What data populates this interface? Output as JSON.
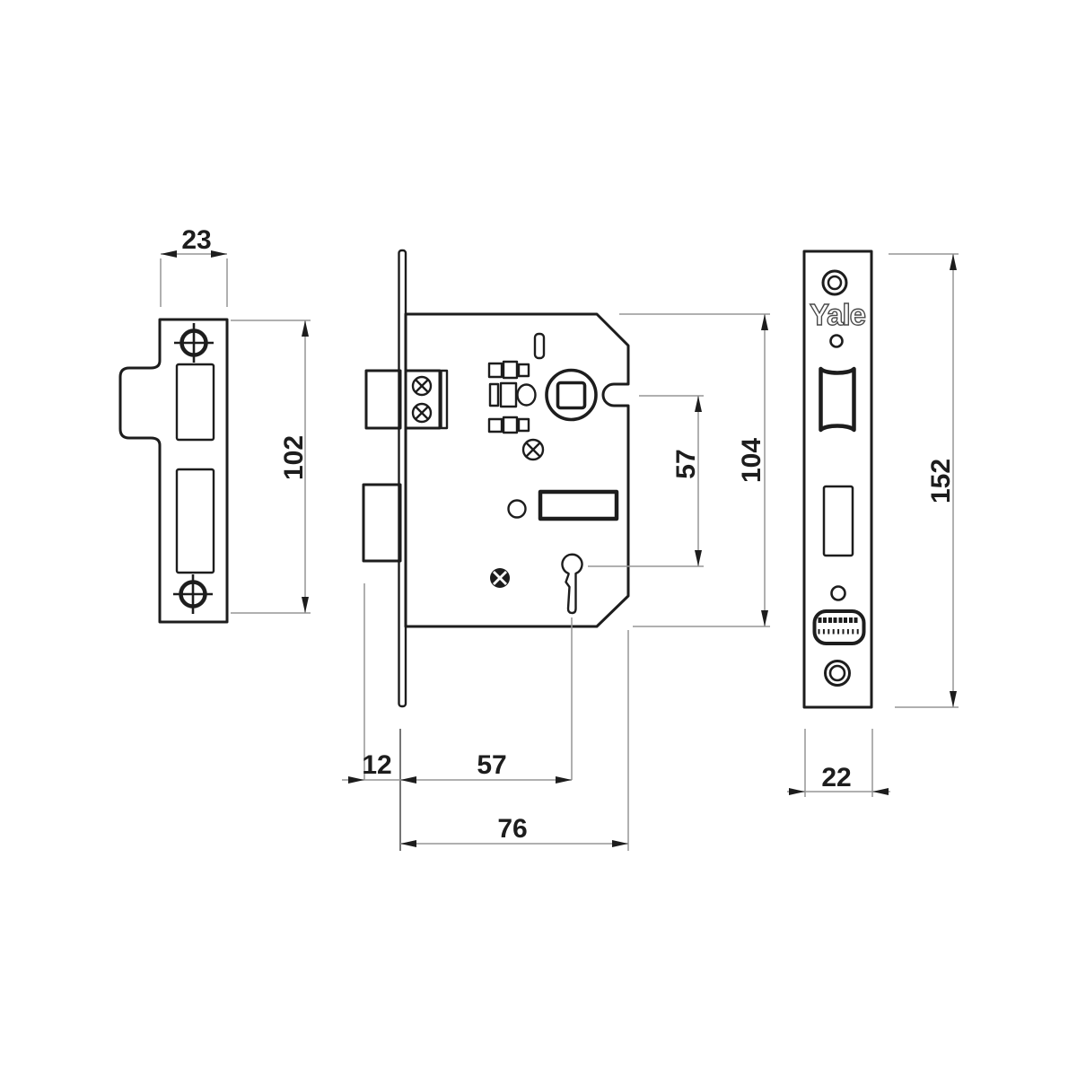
{
  "colors": {
    "background": "#ffffff",
    "outline": "#1d1d1d",
    "dimension_line": "#969696",
    "label": "#1d1d1d",
    "logo_outline": "#4a4a4a"
  },
  "views": {
    "strike_plate": {
      "dims": {
        "width": "23",
        "height": "102"
      }
    },
    "lock_body": {
      "dims": {
        "case_height": "104",
        "follower_to_keyhole": "57",
        "faceplate_to_case_front": "12",
        "backset": "57",
        "case_depth": "76"
      }
    },
    "faceplate": {
      "logo": "Yale",
      "dims": {
        "height": "152",
        "width": "22"
      }
    }
  }
}
